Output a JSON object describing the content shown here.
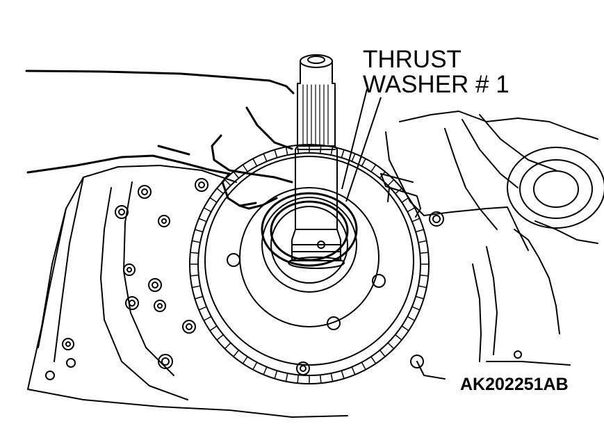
{
  "callout": {
    "line1": "THRUST",
    "line2": "WASHER # 1"
  },
  "figure_id": "AK202251AB",
  "colors": {
    "line": "#000000",
    "background": "#ffffff"
  }
}
